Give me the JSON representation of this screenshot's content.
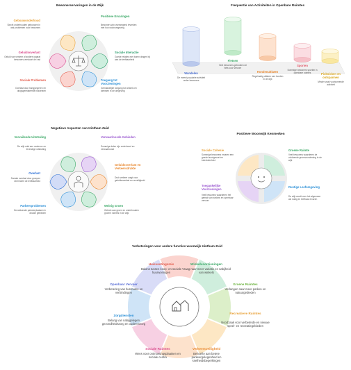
{
  "d1": {
    "title": "Bewonerservaringen in de Wijk",
    "items": [
      {
        "label": "Gebouwonderhoud",
        "desc": "Slecht onderhouden gebouwen in wat problemen voor bewoners",
        "color": "#e8a23a"
      },
      {
        "label": "Positieve Ervaringen",
        "desc": "Bewoners zijn overwegend tevreden met hun woonomgeving",
        "color": "#3aa866"
      },
      {
        "label": "Geluidsoverlast",
        "desc": "Geluid van verkeer of andere opgeat bewoners verstoort de rust",
        "color": "#d94a8c"
      },
      {
        "label": "Sociale Interactie",
        "desc": "Goede relaties met buren dragen bij aan de leefbaarheid",
        "color": "#2e9e6e"
      },
      {
        "label": "Sociale Problemen",
        "desc": "Overlast door hangjongeren en drugsgerelateerde incidenten",
        "color": "#e35a4a"
      },
      {
        "label": "Toegang tot Voorzieningen",
        "desc": "Gemakkelijke toegang tot winkels en diensten in de omgeving",
        "color": "#2b8fd6"
      }
    ]
  },
  "d2": {
    "title": "Frequentie van Activiteiten in Openbare Ruimtes",
    "items": [
      {
        "label": "Wandelen",
        "desc": "De meest populaire activiteit onder bewoners",
        "color": "#b9c8ec",
        "level": 0.55
      },
      {
        "label": "Fietsen",
        "desc": "Veel bewoners gebruiken de fiets voor vervoer",
        "color": "#bfeac8",
        "level": 0.8
      },
      {
        "label": "Hondenuitlaten",
        "desc": "Regelmatig uitlaten van honden in de wijk",
        "color": "#f8c9a6",
        "level": 0.48
      },
      {
        "label": "Sporten",
        "desc": "Sommige bewoners sporten in openbare ruimtes",
        "color": "#f6c0c8",
        "level": 0.32
      },
      {
        "label": "Picknicken en ontspannen",
        "desc": "Minder vaak voorkomende activiteit",
        "color": "#f9e7a0",
        "level": 0.2
      }
    ]
  },
  "d3": {
    "title": "Negatieve Aspecten van Hintham Zuid",
    "items": [
      {
        "label": "Vervuilende Uitstraling",
        "desc": "De wijk mist een moderne en levendige uitstraling",
        "color": "#3aa866"
      },
      {
        "label": "Verwaarloosde Gebieden",
        "desc": "Sommige delen zijn onderhoud en verwaarloosd",
        "color": "#9b59d0"
      },
      {
        "label": "Overlast",
        "desc": "Sociale overlast door groepen vermindert de leefbaarheid",
        "color": "#2b6fd6"
      },
      {
        "label": "Geluidsoverlast en Verkeersdrukte",
        "desc": "Druk verkeer zorgt voor geluidsoverlast en onveiligheid",
        "color": "#e8872e"
      },
      {
        "label": "Parkeerproblemen",
        "desc": "Onvoldoende parkeerplaatsen in drukke gebieden",
        "color": "#2b8fd6"
      },
      {
        "label": "Weinig Groen",
        "desc": "Gebrek aan groen en onderhouden groene ruimtes in de wijk",
        "color": "#3aa866"
      }
    ]
  },
  "d4": {
    "title": "Positieve Woonwijk Kenmerken",
    "items": [
      {
        "label": "Sociale Cohesie",
        "desc": "Sommige bewoners ervaren een goede buurtgevoel en betrokkenheid",
        "color": "#e8a23a"
      },
      {
        "label": "Groene Ruimte",
        "desc": "Veel bewoners waarderen de voldoende groenvoorziening in de wijk",
        "color": "#3aa866"
      },
      {
        "label": "Toegankelijke Voorzieningen",
        "desc": "Veel bewoners waarderen het gemak van winkels en openbaar vervoer",
        "color": "#9b59d0"
      },
      {
        "label": "Rustige Leefomgeving",
        "desc": "De wijk wordt over het algemeen als rustig en leefbaar ervaren",
        "color": "#2b8fd6"
      }
    ]
  },
  "d5": {
    "title": "Verbeteringen voor andere functies woonwijk Hintham Zuid",
    "items": [
      {
        "label": "Huisvestingsmix",
        "desc": "Balans tussen koop- en sociale huurwoningen",
        "color": "#e35a4a"
      },
      {
        "label": "Winkelvoorzieningen",
        "desc": "Vraag naar meer variatie en nabijheid van winkels",
        "color": "#3aa866"
      },
      {
        "label": "Openbaar Vervoer",
        "desc": "Verbetering van busroutes en verbindingen",
        "color": "#5b6fd6"
      },
      {
        "label": "Groene Ruimtes",
        "desc": "Verlangen naar meer parken en natuurgebieden",
        "color": "#6cb33f"
      },
      {
        "label": "Zorgdiensten",
        "desc": "Belang van nabijgelegen gezondheidszorg en ouderenzorg",
        "color": "#2b8fd6"
      },
      {
        "label": "Recreatieve Ruimtes",
        "desc": "Noodzaak voor verbeterde en nieuwe speel- en recreatiegebieden",
        "color": "#e8a23a"
      },
      {
        "label": "Sociale Ruimtes",
        "desc": "Wens voor ontmoetingsplaatsen en sociale centra",
        "color": "#d94a8c"
      },
      {
        "label": "Verkeersveiligheid",
        "desc": "Behoefte aan betere parkeergelegenheid en snelheidsbeperkingen",
        "color": "#e8872e"
      }
    ]
  }
}
